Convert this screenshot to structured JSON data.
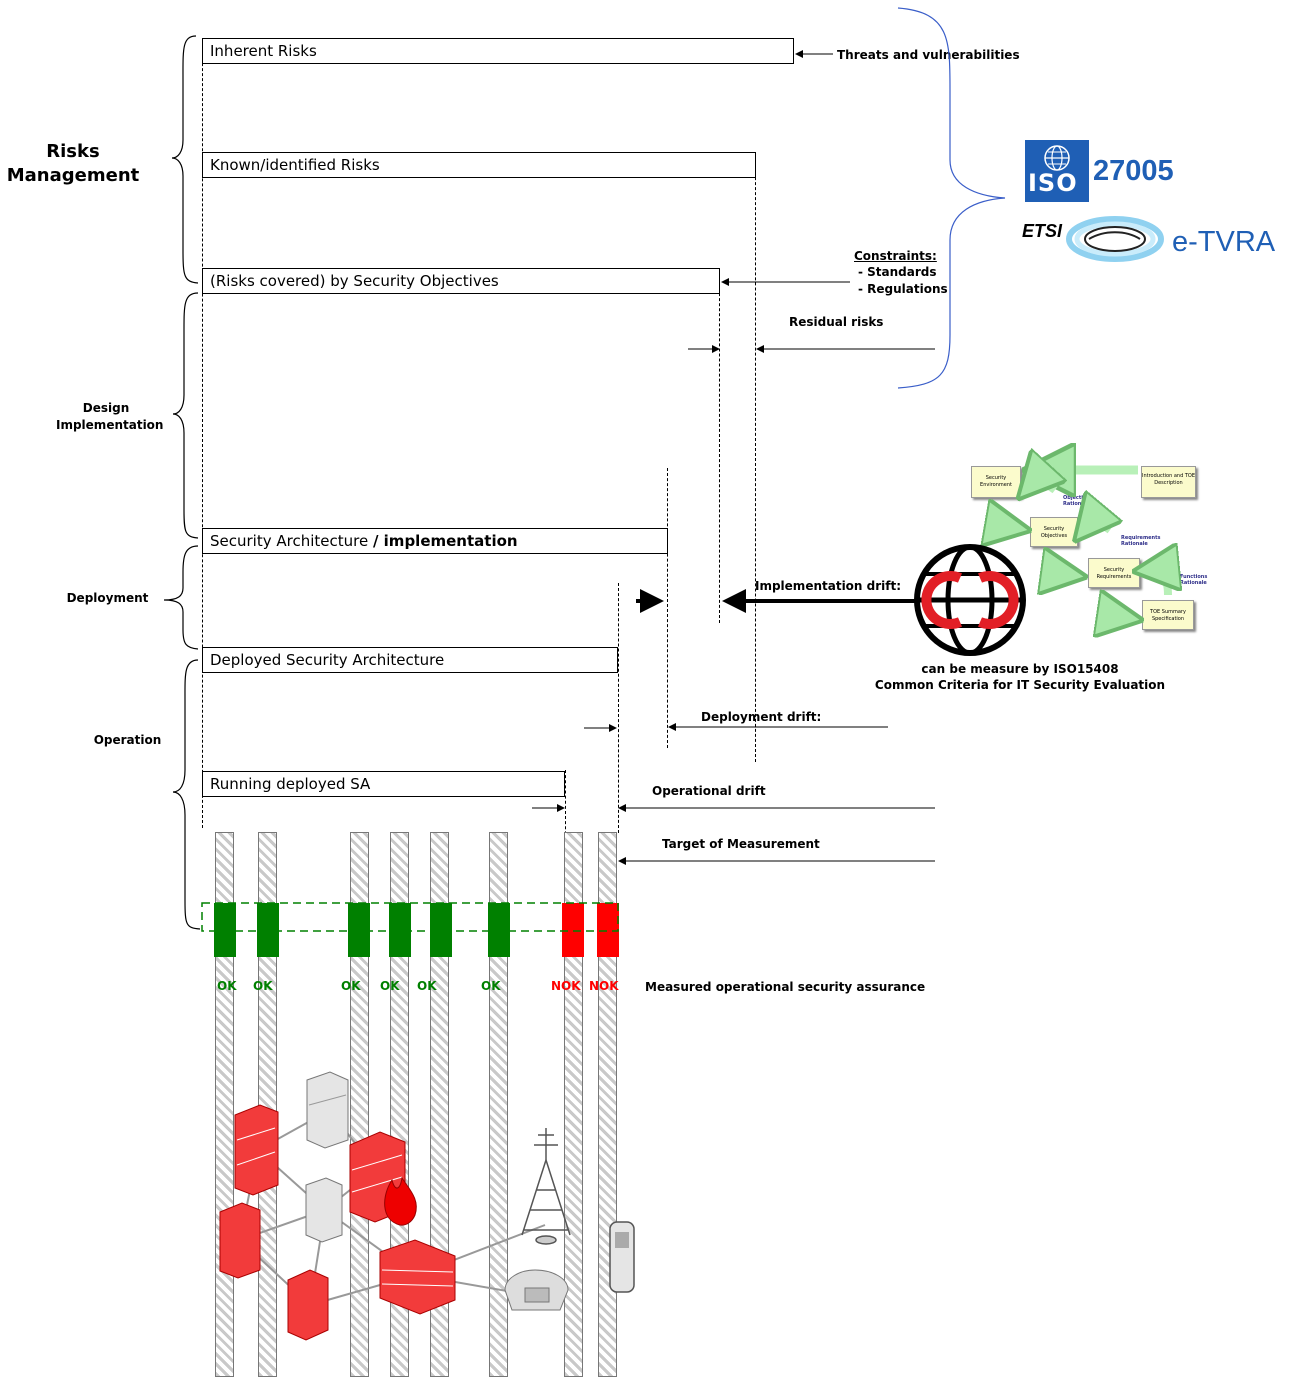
{
  "phases": {
    "risks_management": "Risks\nManagement",
    "design_implementation": "Design\nImplementation",
    "deployment": "Deployment",
    "operation": "Operation"
  },
  "bars": {
    "inherent": "Inherent Risks",
    "known": "Known/identified Risks",
    "covered": "(Risks covered) by Security Objectives",
    "architecture": "Security Architecture ",
    "architecture_bold": "/ implementation",
    "deployed": "Deployed Security Architecture",
    "running": "Running deployed SA"
  },
  "notes": {
    "threats": "Threats and vulnerabilities",
    "constraints_title": "Constraints:",
    "constraints_1": "- Standards",
    "constraints_2": "- Regulations",
    "residual": "Residual risks",
    "implementation_drift": "Implementation drift:",
    "cc_line1": "can be measure by ISO15408",
    "cc_line2": "Common Criteria for IT Security Evaluation",
    "deployment_drift": "Deployment drift:",
    "operational_drift": "Operational drift",
    "target": "Target of Measurement",
    "measured": "Measured operational security assurance"
  },
  "logos": {
    "iso_text": "ISO",
    "iso_number": "27005",
    "etsi_text": "ETSI",
    "tvra_text": "e-TVRA"
  },
  "cc_flow": {
    "security_environment": "Security Environment",
    "introduction": "Introduction and TOE Description",
    "objectives_rationale": "Objectives Rationale",
    "security_objectives": "Security Objectives",
    "requirements_rationale": "Requirements Rationale",
    "security_requirements": "Security Requirements",
    "functions_rationale": "Functions Rationale",
    "toe_summary": "TOE Summary Specification"
  },
  "measurements": [
    {
      "label": "OK",
      "color": "#008000"
    },
    {
      "label": "OK",
      "color": "#008000"
    },
    {
      "label": "OK",
      "color": "#008000"
    },
    {
      "label": "OK",
      "color": "#008000"
    },
    {
      "label": "OK",
      "color": "#008000"
    },
    {
      "label": "OK",
      "color": "#008000"
    },
    {
      "label": "NOK",
      "color": "#ff0000"
    },
    {
      "label": "NOK",
      "color": "#ff0000"
    }
  ],
  "colors": {
    "ok": "#008000",
    "nok": "#ff0000",
    "bracket_blue": "#3a5ec9",
    "iso_blue": "#1f5fb5",
    "device_red": "#f23b3b",
    "flow_arrow": "#b8f0b8"
  },
  "icons": [
    "server-icon",
    "firewall-icon",
    "antenna-icon",
    "phone-icon",
    "mobile-phone-icon",
    "router-icon"
  ]
}
